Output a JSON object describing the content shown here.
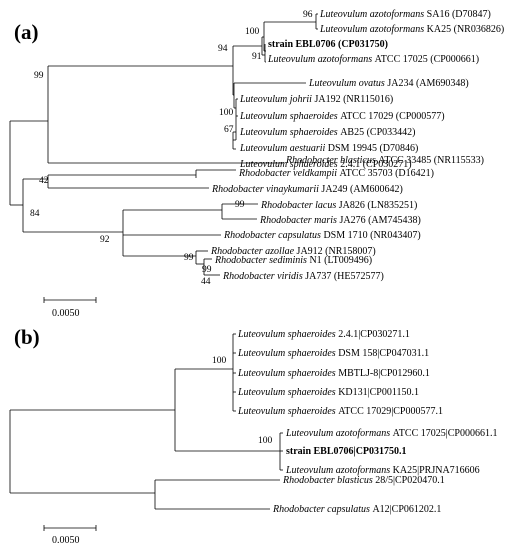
{
  "panel_a": {
    "label": "(a)",
    "bootstrap": [
      "96",
      "100",
      "94",
      "91",
      "99",
      "100",
      "67",
      "42",
      "84",
      "99",
      "92",
      "99",
      "99",
      "44"
    ],
    "taxa": [
      {
        "genus": "Luteovulum azotoformans",
        "rest": "SA16 (D70847)"
      },
      {
        "genus": "Luteovulum azotoformans",
        "rest": "KA25 (NR036826)"
      },
      {
        "bold": "strain EBL0706 (CP031750)"
      },
      {
        "genus": "Luteovulum azotoformans",
        "rest": "ATCC 17025 (CP000661)"
      },
      {
        "genus": "Luteovulum ovatus",
        "rest": "JA234 (AM690348)"
      },
      {
        "genus": "Luteovulum johrii",
        "rest": "JA192 (NR115016)"
      },
      {
        "genus": "Luteovulum sphaeroides",
        "rest": "ATCC 17029 (CP000577)"
      },
      {
        "genus": "Luteovulum sphaeroides",
        "rest": "AB25 (CP033442)"
      },
      {
        "genus": "Luteovulum aestuarii",
        "rest": "DSM 19945 (D70846)"
      },
      {
        "genus": "Luteovulum sphaeroides",
        "rest": "2.4.1 (CP030271)"
      },
      {
        "genus": "Rhodobacter blasticus",
        "rest": "ATCC 33485 (NR115533)"
      },
      {
        "genus": "Rhodobacter veldkampii",
        "rest": "ATCC 35703 (D16421)"
      },
      {
        "genus": "Rhodobacter vinaykumarii",
        "rest": "JA249 (AM600642)"
      },
      {
        "genus": "Rhodobacter lacus",
        "rest": "JA826 (LN835251)"
      },
      {
        "genus": "Rhodobacter maris",
        "rest": "JA276 (AM745438)"
      },
      {
        "genus": "Rhodobacter capsulatus",
        "rest": "DSM 1710 (NR043407)"
      },
      {
        "genus": "Rhodobacter azollae",
        "rest": "JA912 (NR158007)"
      },
      {
        "genus": "Rhodobacter sediminis",
        "rest": "N1 (LT009496)"
      },
      {
        "genus": "Rhodobacter viridis",
        "rest": "JA737 (HE572577)"
      }
    ],
    "scale": "0.0050"
  },
  "panel_b": {
    "label": "(b)",
    "bootstrap": [
      "100",
      "100"
    ],
    "taxa": [
      {
        "genus": "Luteovulum sphaeroides",
        "rest": "2.4.1|CP030271.1"
      },
      {
        "genus": "Luteovulum sphaeroides",
        "rest": "DSM 158|CP047031.1"
      },
      {
        "genus": "Luteovulum sphaeroides",
        "rest": "MBTLJ-8|CP012960.1"
      },
      {
        "genus": "Luteovulum sphaeroides",
        "rest": "KD131|CP001150.1"
      },
      {
        "genus": "Luteovulum sphaeroides",
        "rest": "ATCC 17029|CP000577.1"
      },
      {
        "genus": "Luteovulum azotoformans",
        "rest": "ATCC 17025|CP000661.1"
      },
      {
        "bold": "strain EBL0706|CP031750.1"
      },
      {
        "genus": "Luteovulum azotoformans",
        "rest": "KA25|PRJNA716606"
      },
      {
        "genus": "Rhodobacter blasticus",
        "rest": "28/5|CP020470.1"
      },
      {
        "genus": "Rhodobacter capsulatus",
        "rest": "A12|CP061202.1"
      }
    ],
    "scale": "0.0050"
  }
}
